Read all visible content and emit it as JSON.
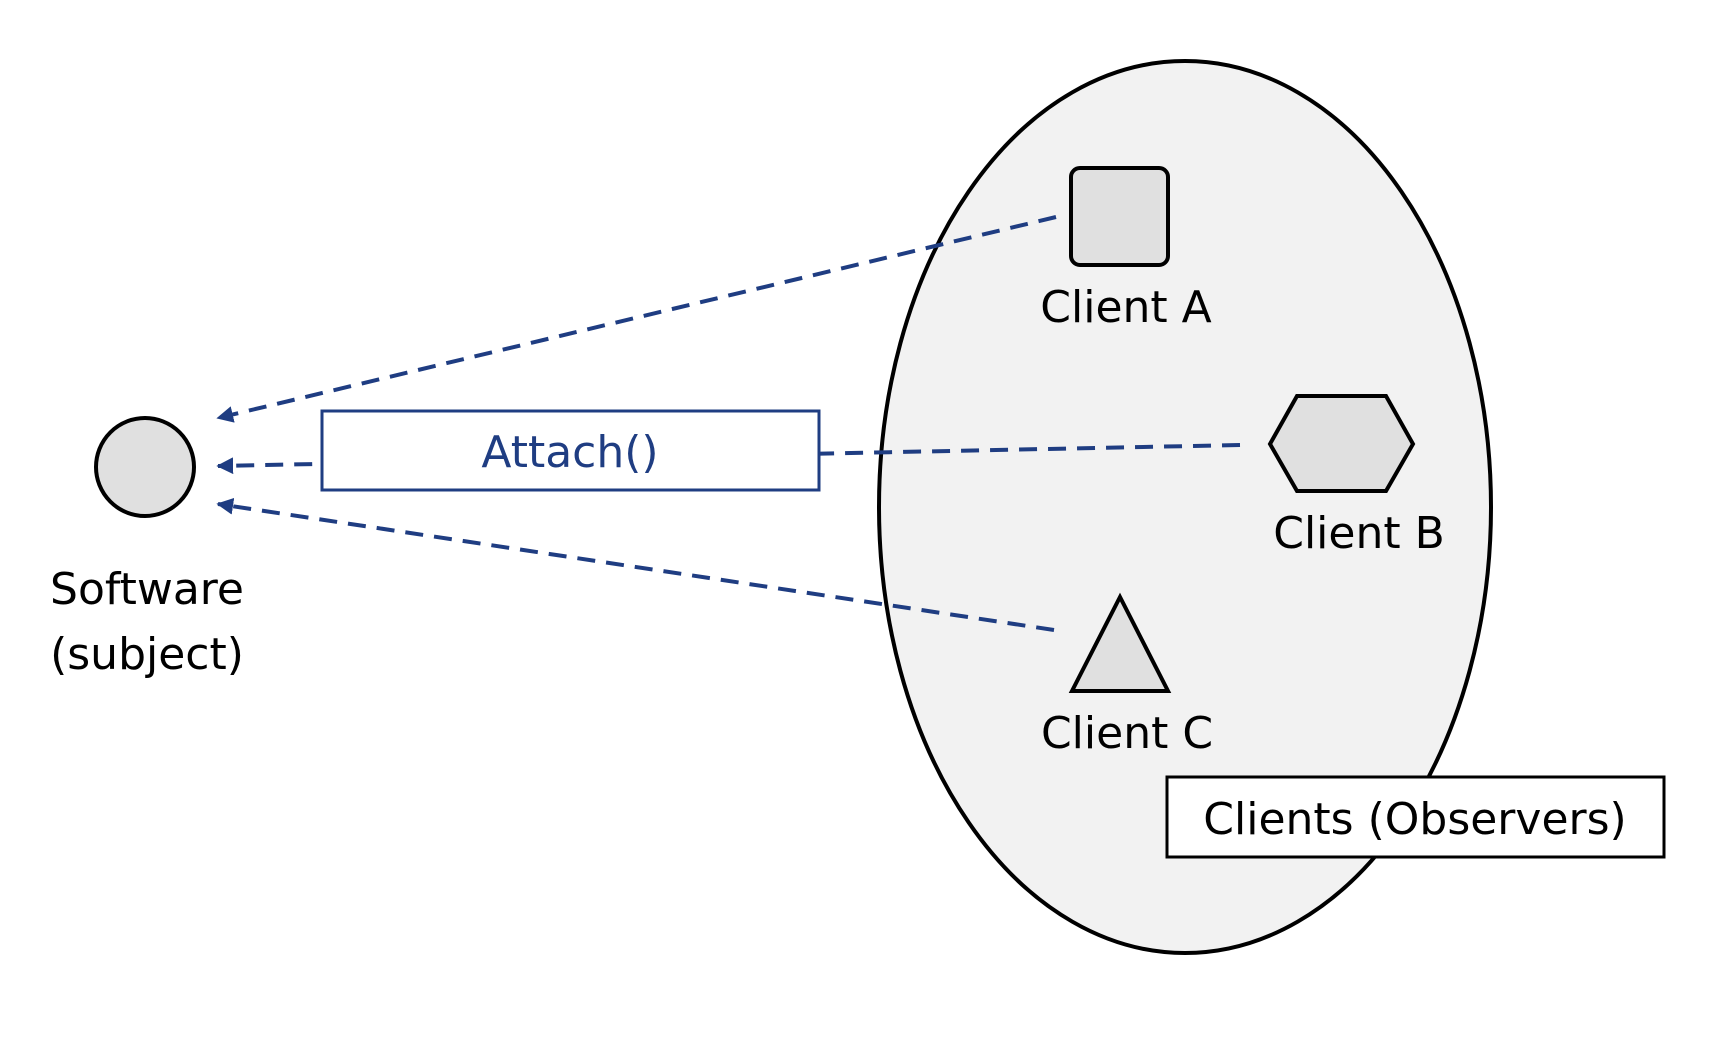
{
  "colors": {
    "background": "#ffffff",
    "shape_fill": "#e0e0e0",
    "group_fill": "#f2f2f2",
    "stroke": "#000000",
    "connector": "#1f3d82"
  },
  "subject": {
    "icon": "circle-icon",
    "label_line1": "Software",
    "label_line2": "(subject)"
  },
  "clients": [
    {
      "icon": "square-icon",
      "label": "Client A"
    },
    {
      "icon": "hexagon-icon",
      "label": "Client B"
    },
    {
      "icon": "triangle-icon",
      "label": "Client C"
    }
  ],
  "group_label": "Clients (Observers)",
  "connector_label": "Attach()"
}
